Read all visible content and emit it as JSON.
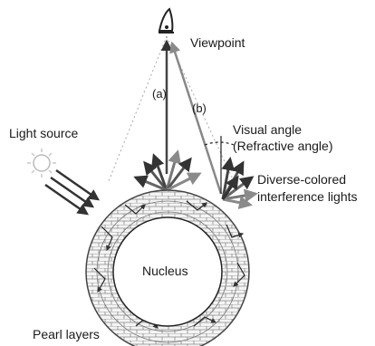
{
  "labels": {
    "viewpoint": "Viewpoint",
    "ray_a": "(a)",
    "ray_b": "(b)",
    "visual_angle_1": "Visual angle",
    "visual_angle_2": "(Refractive angle)",
    "diverse_1": "Diverse-colored",
    "diverse_2": "interference lights",
    "light_source": "Light source",
    "nucleus": "Nucleus",
    "pearl_layers": "Pearl layers"
  },
  "colors": {
    "ink": "#1a1a1a",
    "ray": "#555555",
    "ray_light": "#9a9a9a",
    "sun": "#c8c8c8"
  },
  "icons": {
    "eye": "eye-icon",
    "light_source": "sun-icon"
  }
}
